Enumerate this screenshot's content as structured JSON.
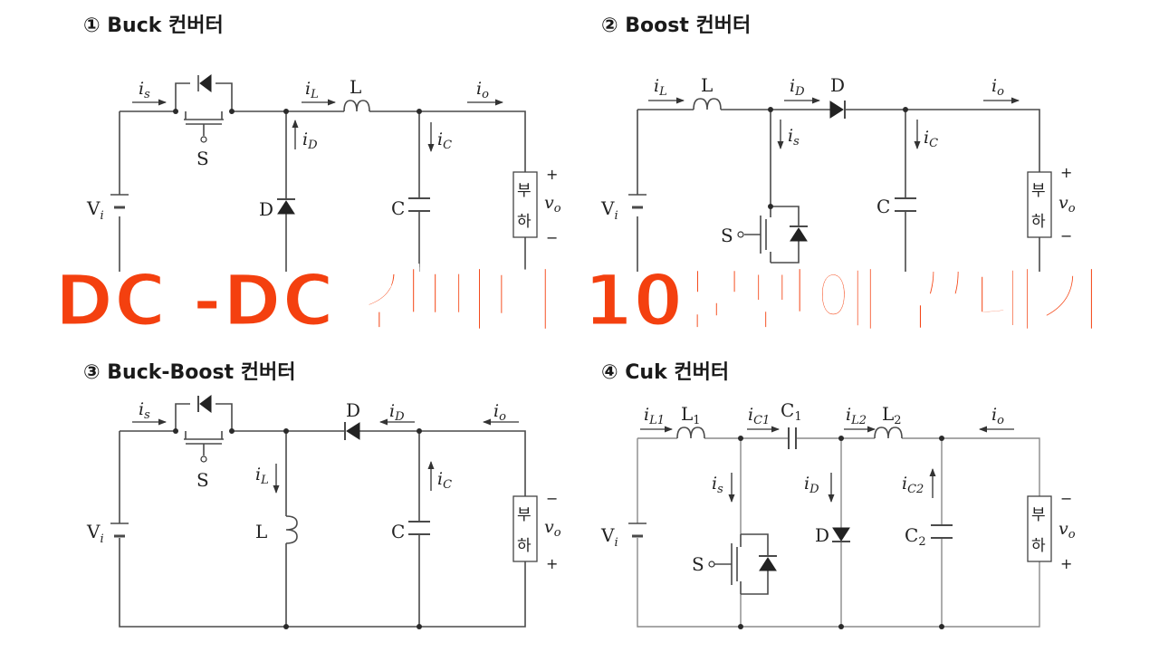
{
  "headline": "DC -DC 컨버터 10분만에 끝내기",
  "colors": {
    "headline": "#f4400f",
    "wire": "#4a4a4a"
  },
  "circuits": {
    "buck": {
      "title": "① Buck 컨버터",
      "labels": {
        "vi": "V",
        "vi_sub": "i",
        "switch": "S",
        "diode": "D",
        "inductor": "L",
        "capacitor": "C",
        "load_top": "부",
        "load_bottom": "하",
        "vo": "v",
        "vo_sub": "o",
        "plus": "+",
        "minus": "−"
      },
      "currents": {
        "is": "i",
        "is_sub": "s",
        "iL": "i",
        "iL_sub": "L",
        "iD": "i",
        "iD_sub": "D",
        "iC": "i",
        "iC_sub": "C",
        "io": "i",
        "io_sub": "o"
      }
    },
    "boost": {
      "title": "② Boost 컨버터",
      "labels": {
        "vi": "V",
        "vi_sub": "i",
        "switch": "S",
        "diode": "D",
        "inductor": "L",
        "capacitor": "C",
        "load_top": "부",
        "load_bottom": "하",
        "vo": "v",
        "vo_sub": "o",
        "plus": "+",
        "minus": "−"
      },
      "currents": {
        "iL": "i",
        "iL_sub": "L",
        "iD": "i",
        "iD_sub": "D",
        "is": "i",
        "is_sub": "s",
        "iC": "i",
        "iC_sub": "C",
        "io": "i",
        "io_sub": "o"
      }
    },
    "buckboost": {
      "title": "③ Buck-Boost 컨버터",
      "labels": {
        "vi": "V",
        "vi_sub": "i",
        "switch": "S",
        "diode": "D",
        "inductor": "L",
        "capacitor": "C",
        "load_top": "부",
        "load_bottom": "하",
        "vo": "v",
        "vo_sub": "o",
        "plus": "+",
        "minus": "−"
      },
      "currents": {
        "is": "i",
        "is_sub": "s",
        "iD": "i",
        "iD_sub": "D",
        "io": "i",
        "io_sub": "o",
        "iL": "i",
        "iL_sub": "L",
        "iC": "i",
        "iC_sub": "C"
      }
    },
    "cuk": {
      "title": "④ Cuk 컨버터",
      "labels": {
        "vi": "V",
        "vi_sub": "i",
        "switch": "S",
        "diode": "D",
        "l1": "L",
        "l1_sub": "1",
        "c1": "C",
        "c1_sub": "1",
        "l2": "L",
        "l2_sub": "2",
        "c2": "C",
        "c2_sub": "2",
        "load_top": "부",
        "load_bottom": "하",
        "vo": "v",
        "vo_sub": "o",
        "plus": "+",
        "minus": "−"
      },
      "currents": {
        "iL1": "i",
        "iL1_sub": "L1",
        "iC1": "i",
        "iC1_sub": "C1",
        "iL2": "i",
        "iL2_sub": "L2",
        "io": "i",
        "io_sub": "o",
        "is": "i",
        "is_sub": "s",
        "iD": "i",
        "iD_sub": "D",
        "iC2": "i",
        "iC2_sub": "C2"
      }
    }
  }
}
